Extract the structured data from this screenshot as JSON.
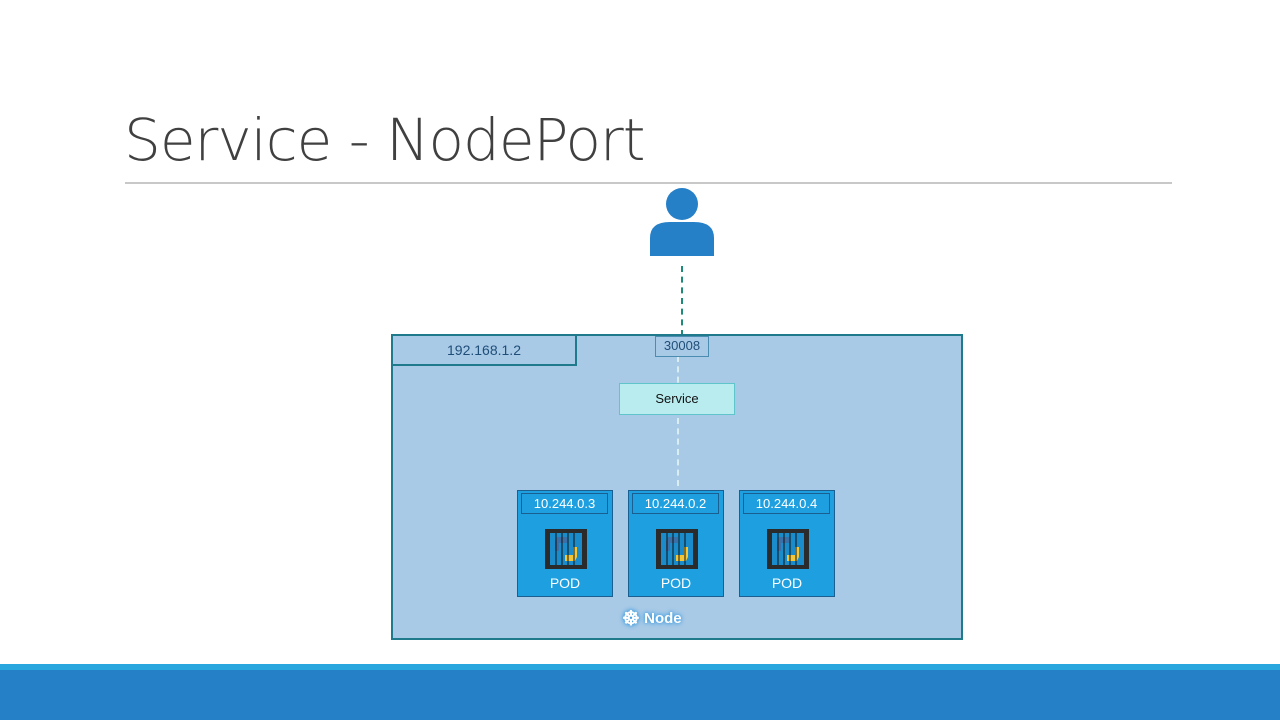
{
  "slide": {
    "title": "Service - NodePort"
  },
  "diagram": {
    "node_ip": "192.168.1.2",
    "node_port": "30008",
    "service_label": "Service",
    "node_label": "Node",
    "pods": [
      {
        "ip": "10.244.0.3",
        "label": "POD"
      },
      {
        "ip": "10.244.0.2",
        "label": "POD"
      },
      {
        "ip": "10.244.0.4",
        "label": "POD"
      }
    ]
  },
  "colors": {
    "accent": "#2680c8",
    "node_bg": "#a9cae6",
    "pod": "#1ea0e0",
    "user": "#2680c8"
  }
}
